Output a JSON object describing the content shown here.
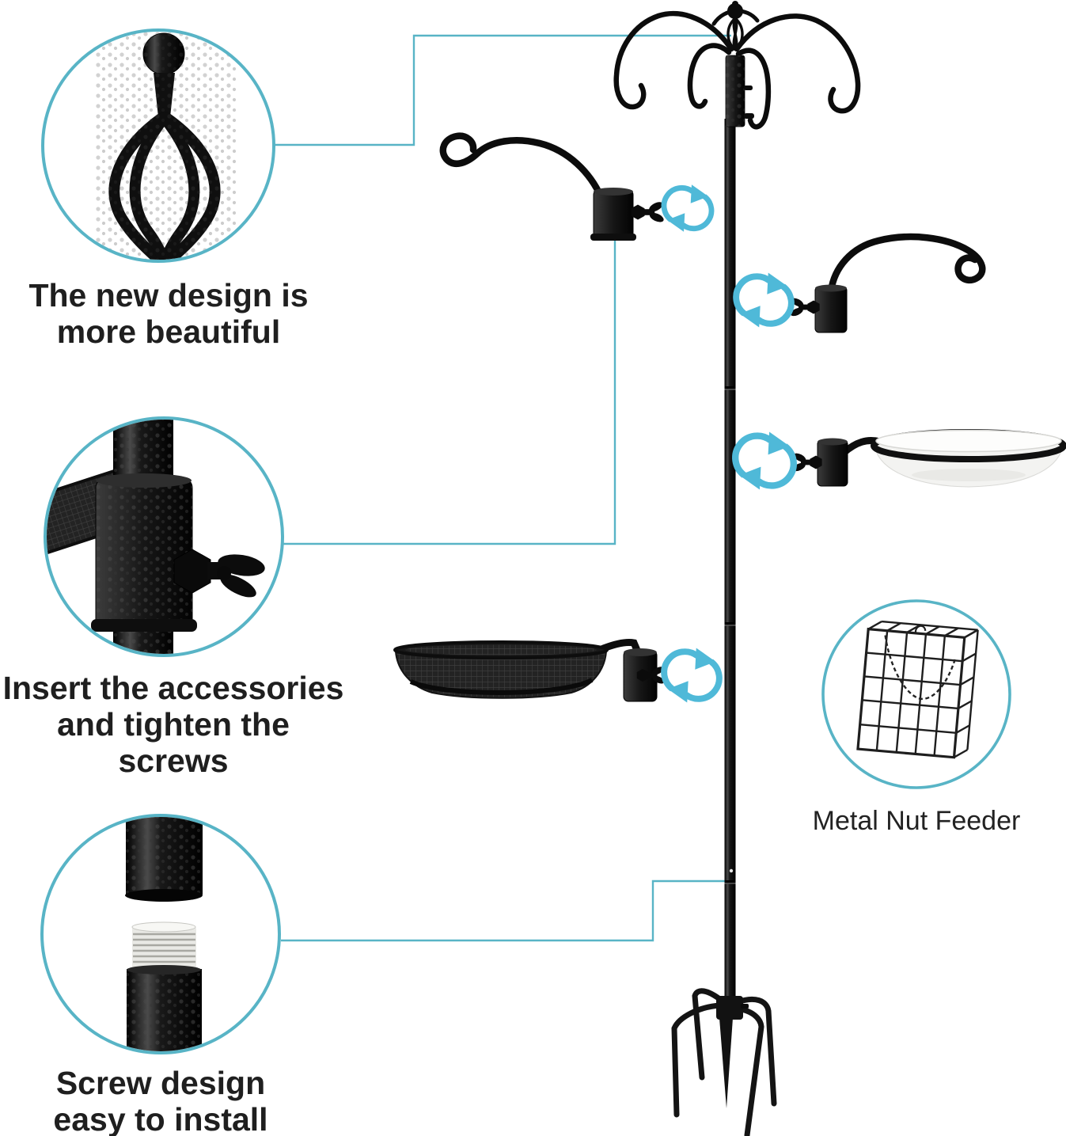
{
  "title": "Bird feeding station pole infographic",
  "colors": {
    "accent_teal": "#58b4c6",
    "arrow_cyan": "#4fb9d8",
    "text_dark": "#1f1f1f",
    "metal_dark": "#0d0d0d",
    "background": "#ffffff"
  },
  "annotations": {
    "top": {
      "lines": [
        "The new design is",
        "more beautiful"
      ],
      "icon": "finial-closeup-circle"
    },
    "middle": {
      "lines": [
        "Insert the accessories",
        "and tighten the screws"
      ],
      "icon": "clamp-closeup-circle"
    },
    "bottom": {
      "lines": [
        "Screw design",
        "easy to install"
      ],
      "icon": "screw-joint-closeup-circle"
    },
    "feeder": {
      "label": "Metal Nut Feeder",
      "icon": "wire-cage-feeder-circle"
    }
  },
  "icons": {
    "rotation": "rotation-arrows-icon",
    "wing_nut": "wing-nut-icon"
  }
}
